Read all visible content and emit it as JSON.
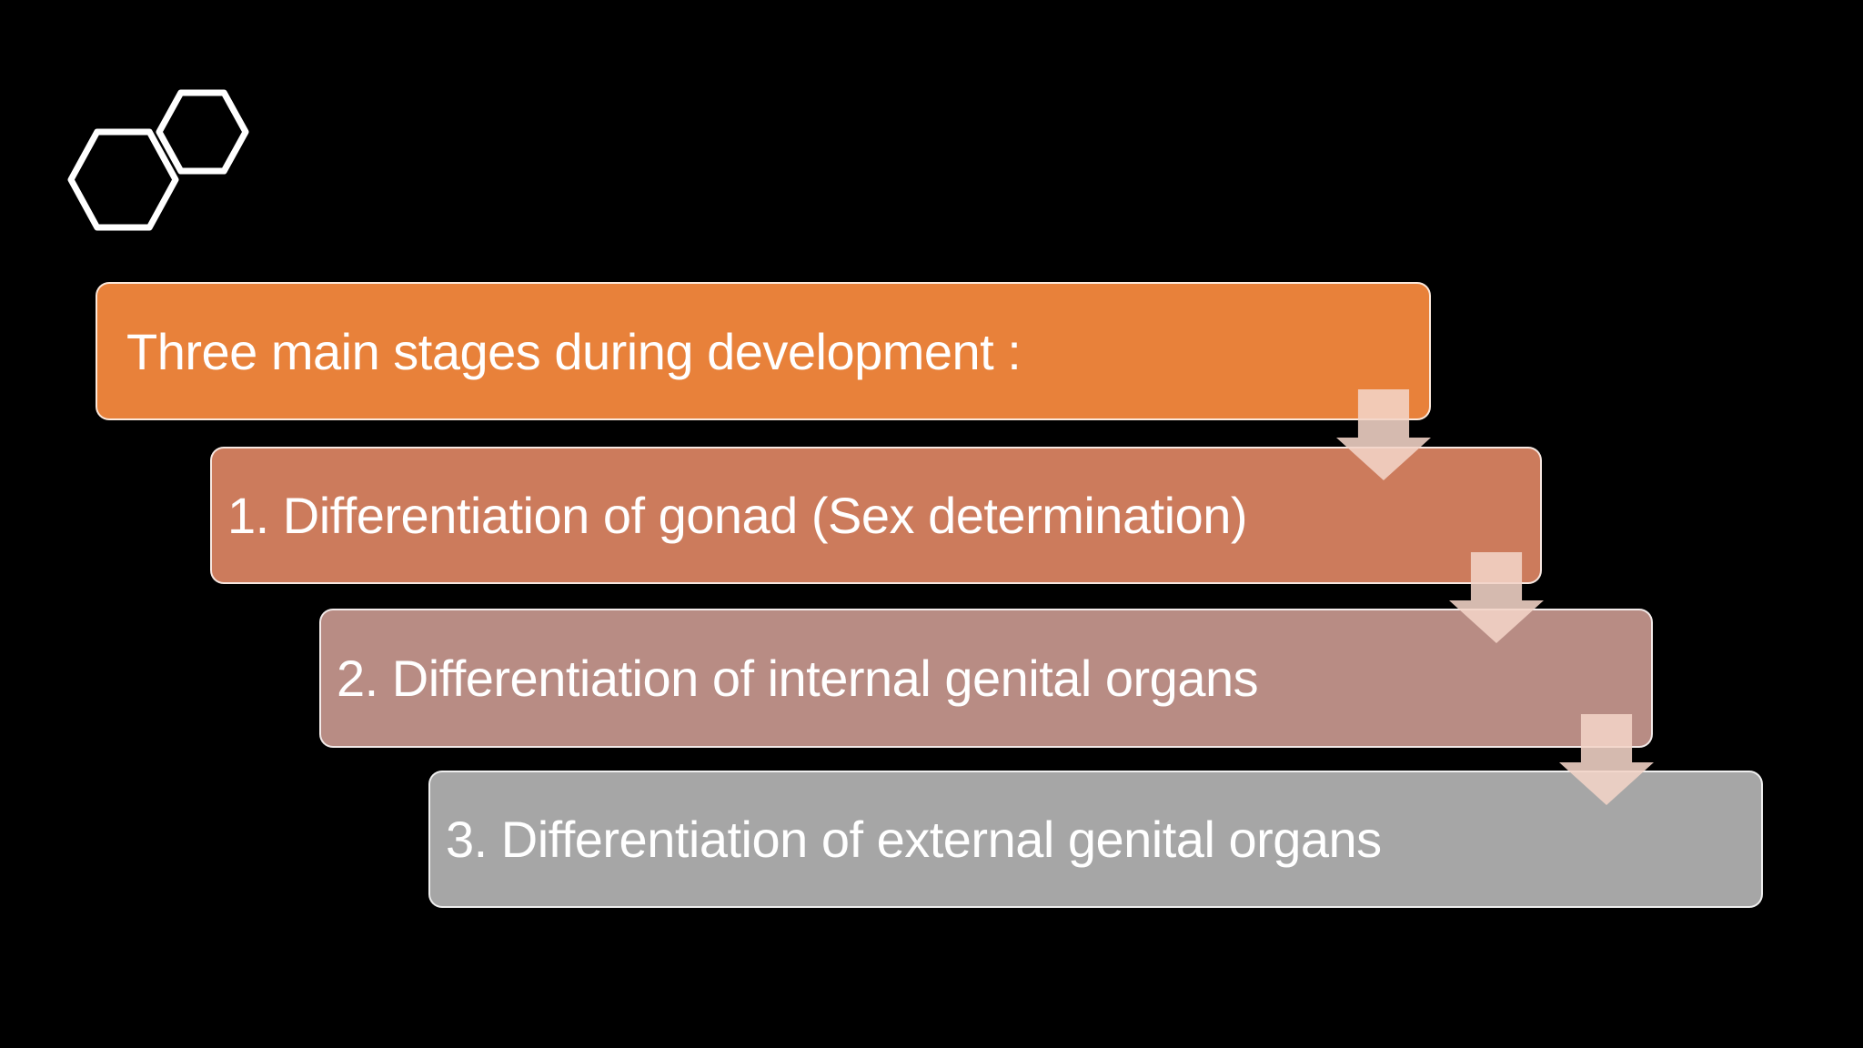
{
  "colors": {
    "background": "#000000",
    "text": "#FFFFFF",
    "box_border": "rgba(255,255,255,0.82)",
    "arrow": "rgba(243,212,199,0.88)",
    "hexagon_stroke": "#FFFFFF"
  },
  "decoration": {
    "hexagons": [
      {
        "name": "hexagon-outline-large"
      },
      {
        "name": "hexagon-outline-small"
      }
    ]
  },
  "diagram": {
    "type": "step-down-process",
    "steps": [
      {
        "label": "Three main stages during development :",
        "fill": "#E8813A"
      },
      {
        "label": "1. Differentiation of gonad (Sex determination)",
        "fill": "#CC7B5C"
      },
      {
        "label": "2. Differentiation of internal genital organs",
        "fill": "#B88C84"
      },
      {
        "label": "3. Differentiation of external genital organs",
        "fill": "#A6A6A6"
      }
    ]
  }
}
